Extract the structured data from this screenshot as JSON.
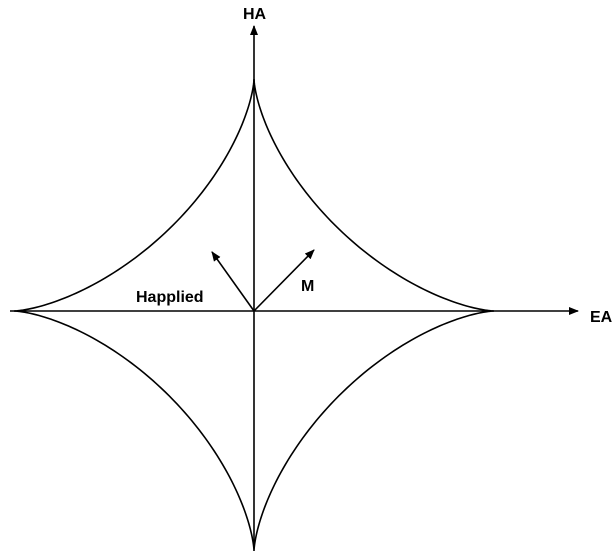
{
  "labels": {
    "hard_axis": "HA",
    "easy_axis": "EA",
    "applied_field": "Happlied",
    "magnetization": "M"
  },
  "colors": {
    "line": "#000000",
    "background": "#ffffff"
  }
}
